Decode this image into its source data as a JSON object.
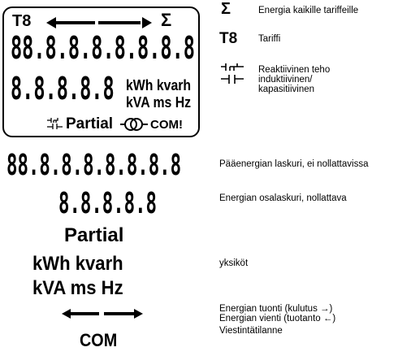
{
  "lcd_panel": {
    "top_row": {
      "tariff_glyph": "T8",
      "sigma": "Σ"
    },
    "main_digits": "88.8.8.8.8.8.8.8",
    "partial_digits": "8.8.8.8.8",
    "units_line1": "kWh kvarh",
    "units_line2": "kVA ms Hz",
    "bottom_row": {
      "partial_label": "Partial",
      "com_label": "COM!"
    }
  },
  "legend": {
    "energy_all_tariffs": "Energia kaikille tariffeille",
    "tariff": "Tariffi",
    "reactive_power": "Reaktiivinen teho induktiivinen/ kapasitiivinen",
    "main_counter": "Pääenergian laskuri, ei nollattavissa",
    "partial_counter": "Energian osalaskuri, nollattava",
    "units": "yksiköt",
    "import_line": "Energian tuonti (kulutus →)",
    "export_line": "Energian vienti (tuotanto ←)",
    "communication": "Viestintätilanne"
  },
  "symbols": {
    "sigma": "Σ",
    "tariff": "T8",
    "main_digits": "88.8.8.8.8.8.8.8",
    "partial_digits": "8.8.8.8.8",
    "partial_label": "Partial",
    "units_line1": "kWh kvarh",
    "units_line2": "kVA ms Hz",
    "com_label": "COM"
  }
}
